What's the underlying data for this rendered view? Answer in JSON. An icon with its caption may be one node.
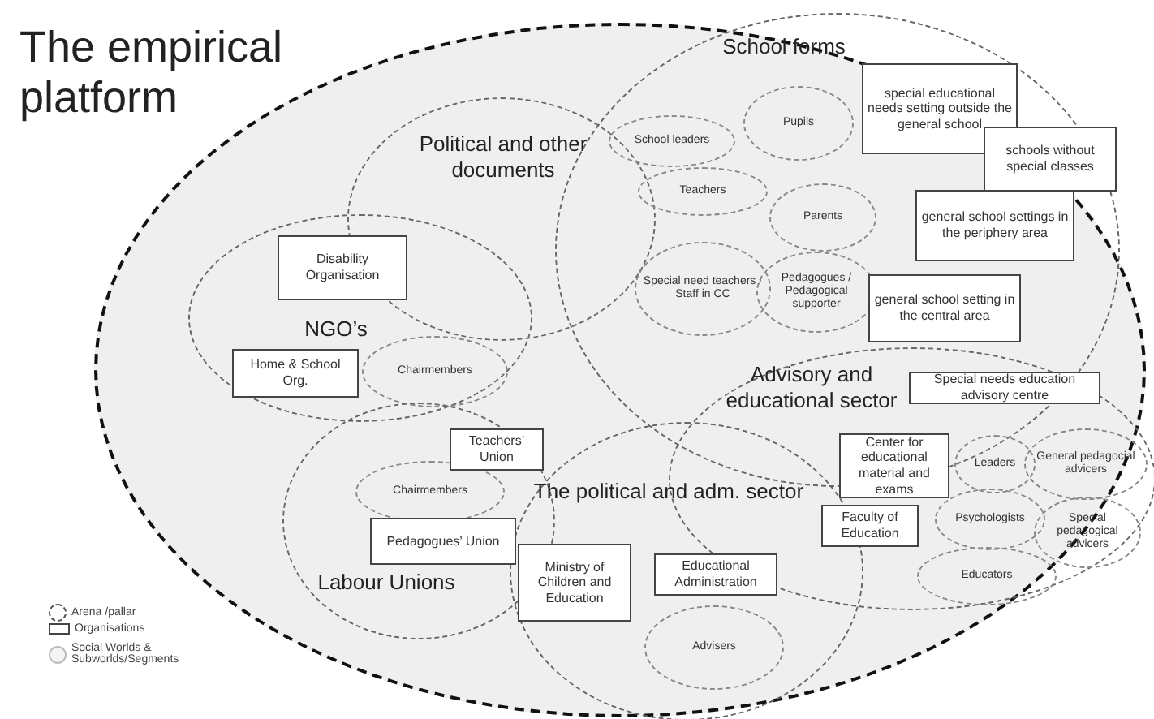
{
  "diagram": {
    "title": "The empirical platform",
    "nodes": [
      {
        "text": [],
        "shape": "circle"
      },
      {
        "text": [
          "Political and other documents"
        ],
        "in": 0
      },
      {
        "text": [
          "School forms"
        ],
        "in": 0
      },
      {
        "text": [
          "School leaders"
        ],
        "in": 2
      },
      {
        "text": [
          "Pupils"
        ],
        "in": 2
      },
      {
        "text": [
          "Teachers"
        ],
        "in": 2
      },
      {
        "text": [
          "Parents"
        ],
        "in": 2
      },
      {
        "text": [
          "Special need teachers / Staff in CC"
        ],
        "in": 2
      },
      {
        "text": [
          "Pedagogues / Pedagogical supporter"
        ],
        "in": 2
      },
      {
        "text": [
          "special educational needs setting outside the general school"
        ],
        "in": 2
      },
      {
        "text": [
          "schools without special classes"
        ],
        "in": 2
      },
      {
        "text": [
          "general school settings in the periphery area"
        ],
        "in": 2
      },
      {
        "text": [
          "general school setting in the central area"
        ],
        "in": 2
      },
      {
        "text": [
          "NGO’s"
        ],
        "in": 0
      },
      {
        "text": [
          "Disability Organisation"
        ],
        "in": 13
      },
      {
        "text": [
          "Home & School Org."
        ],
        "in": 13
      },
      {
        "text": [
          "Chairmembers"
        ],
        "in": 13
      },
      {
        "text": [
          "Labour Unions"
        ],
        "in": 0
      },
      {
        "text": [
          "Teachers’ Union"
        ],
        "in": 17
      },
      {
        "text": [
          "Chairmembers"
        ],
        "in": 17
      },
      {
        "text": [
          "Pedagogues’ Union"
        ],
        "in": 17
      },
      {
        "text": [
          "The political and adm. sector"
        ],
        "in": 0
      },
      {
        "text": [
          "Ministry of Children and Education"
        ],
        "in": 21
      },
      {
        "text": [
          "Educational Administration"
        ],
        "in": 21
      },
      {
        "text": [
          "Advisers"
        ],
        "in": 21
      },
      {
        "text": [
          "Advisory and educational sector"
        ],
        "in": 0
      },
      {
        "text": [
          "Special needs education advisory centre"
        ]
      },
      {
        "text": [
          "Center for educational material and exams"
        ],
        "in": 25
      },
      {
        "text": [
          "Faculty of Education"
        ],
        "in": 25
      },
      {
        "text": [
          "Leaders"
        ],
        "in": 25
      },
      {
        "text": [
          "General pedagocial advicers"
        ],
        "in": 25
      },
      {
        "text": [
          "Psychologists"
        ],
        "in": 25
      },
      {
        "text": [
          "Special pedagogical advicers"
        ],
        "in": 25
      },
      {
        "text": [
          "Educators"
        ],
        "in": 25
      }
    ],
    "legend": [
      {
        "text": "Arena /pallar"
      },
      {
        "text": "Organisations"
      },
      {
        "text": "Social Worlds & Subworlds/Segments"
      }
    ]
  }
}
